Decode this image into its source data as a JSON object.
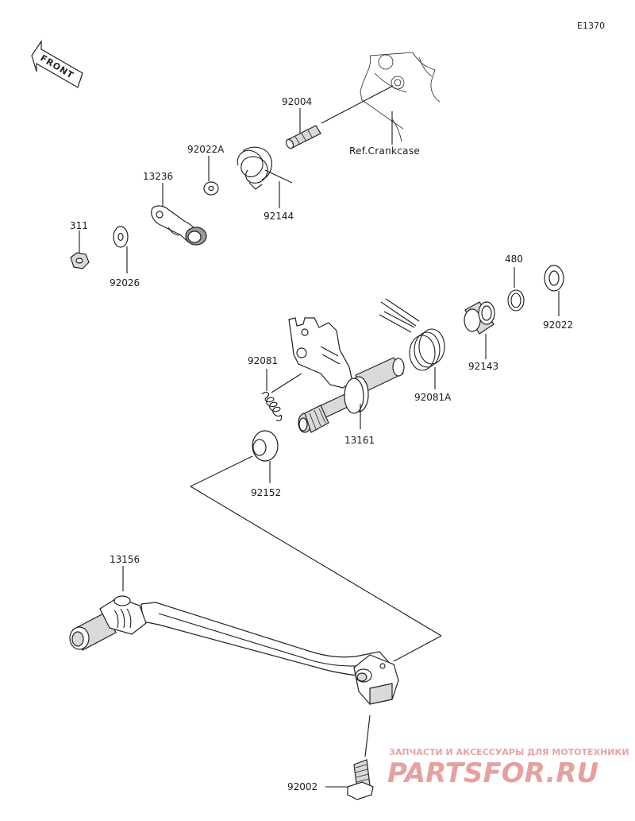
{
  "diagram_code": "E1370",
  "front_label": "FRONT",
  "reference_label": "Ref.Crankcase",
  "parts": [
    {
      "id": "92004"
    },
    {
      "id": "92022A"
    },
    {
      "id": "13236"
    },
    {
      "id": "92144"
    },
    {
      "id": "311"
    },
    {
      "id": "92026"
    },
    {
      "id": "480"
    },
    {
      "id": "92022"
    },
    {
      "id": "92081"
    },
    {
      "id": "92143"
    },
    {
      "id": "92081A"
    },
    {
      "id": "13161"
    },
    {
      "id": "92152"
    },
    {
      "id": "13156"
    },
    {
      "id": "92002"
    }
  ],
  "watermark": {
    "tagline": "ЗАПЧАСТИ И АКСЕССУАРЫ ДЛЯ МОТОТЕХНИКИ",
    "logo_text": "PARTSFOR.RU",
    "color": "#e6a0a0"
  }
}
